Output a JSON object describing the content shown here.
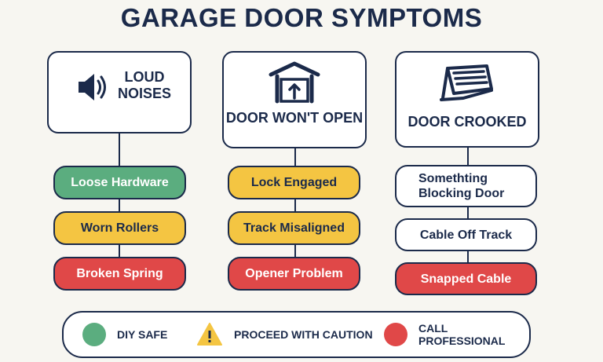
{
  "title": "GARAGE DOOR SYMPTOMS",
  "columns": [
    {
      "symptom": "LOUD NOISES",
      "icon": "speaker-icon",
      "causes": [
        {
          "label": "Loose Hardware",
          "level": "diy"
        },
        {
          "label": "Worn Rollers",
          "level": "caution"
        },
        {
          "label": "Broken Spring",
          "level": "pro"
        }
      ]
    },
    {
      "symptom": "DOOR WON'T OPEN",
      "icon": "garage-door-icon",
      "causes": [
        {
          "label": "Lock Engaged",
          "level": "caution"
        },
        {
          "label": "Track Misaligned",
          "level": "caution"
        },
        {
          "label": "Opener Problem",
          "level": "pro"
        }
      ]
    },
    {
      "symptom": "DOOR CROOKED",
      "icon": "crooked-door-icon",
      "causes": [
        {
          "label": "Somethting Blocking Door",
          "level": "none"
        },
        {
          "label": "Cable Off Track",
          "level": "none"
        },
        {
          "label": "Snapped Cable",
          "level": "pro"
        }
      ]
    }
  ],
  "legend": [
    {
      "label": "DIY SAFE",
      "level": "diy",
      "icon": "green-circle-icon"
    },
    {
      "label": "PROCEED WITH CAUTION",
      "level": "caution",
      "icon": "warning-triangle-icon"
    },
    {
      "label": "CALL PROFESSIONAL",
      "level": "pro",
      "icon": "red-circle-icon"
    }
  ],
  "colors": {
    "outline": "#1b2a4a",
    "diy": "#5bad7f",
    "caution": "#f4c542",
    "pro": "#e04848",
    "none": "#ffffff"
  }
}
